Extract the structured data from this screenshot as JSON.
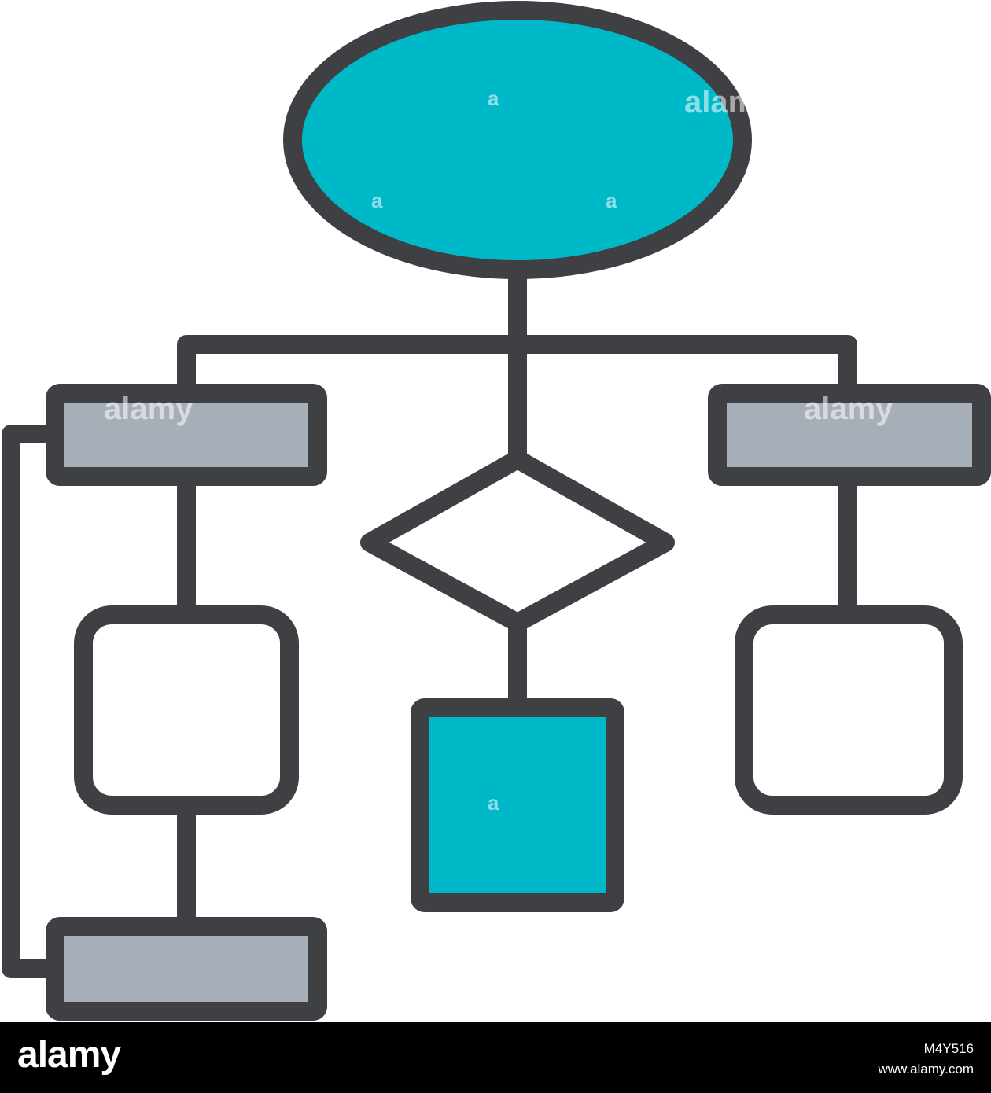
{
  "colors": {
    "stroke": "#3f4043",
    "teal_fill": "#00b9c8",
    "gray_fill": "#a6aeb8",
    "white_fill": "#ffffff",
    "footer_bg": "#000000"
  },
  "diagram": {
    "nodes": [
      {
        "id": "start",
        "shape": "ellipse",
        "fill": "teal"
      },
      {
        "id": "process-left",
        "shape": "bar",
        "fill": "gray"
      },
      {
        "id": "process-right",
        "shape": "bar",
        "fill": "gray"
      },
      {
        "id": "decision",
        "shape": "diamond",
        "fill": "white"
      },
      {
        "id": "step-left",
        "shape": "rounded-square",
        "fill": "white"
      },
      {
        "id": "step-right",
        "shape": "rounded-square",
        "fill": "white"
      },
      {
        "id": "result",
        "shape": "square",
        "fill": "teal"
      },
      {
        "id": "end-left",
        "shape": "bar",
        "fill": "gray"
      }
    ],
    "edges": [
      [
        "start",
        "decision"
      ],
      [
        "start",
        "process-left"
      ],
      [
        "start",
        "process-right"
      ],
      [
        "process-left",
        "step-left"
      ],
      [
        "step-left",
        "end-left"
      ],
      [
        "end-left",
        "process-left"
      ],
      [
        "decision",
        "result"
      ],
      [
        "process-right",
        "step-right"
      ]
    ]
  },
  "watermark": {
    "word": "alamy",
    "letter": "a"
  },
  "footer": {
    "logo": "alamy",
    "image_id": "M4Y516",
    "url": "www.alamy.com"
  }
}
